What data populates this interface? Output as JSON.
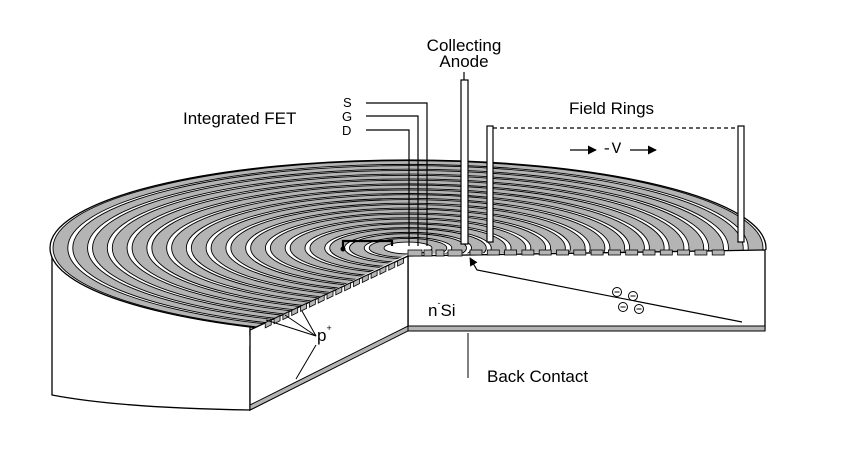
{
  "labels": {
    "collecting": "Collecting",
    "anode": "Anode",
    "integrated_fet": "Integrated FET",
    "source": "S",
    "gate": "G",
    "drain": "D",
    "field_rings": "Field Rings",
    "voltage": "-V",
    "p_plus_base": "p",
    "p_plus_sup": "+",
    "n_si_n": "n",
    "n_si_sup": "-",
    "n_si_si": "Si",
    "back_contact": "Back Contact"
  },
  "colors": {
    "stroke": "#000000",
    "ring_fill": "#b4b4b4",
    "background": "#ffffff"
  },
  "geometry_rings": {
    "ring_count": 17
  }
}
